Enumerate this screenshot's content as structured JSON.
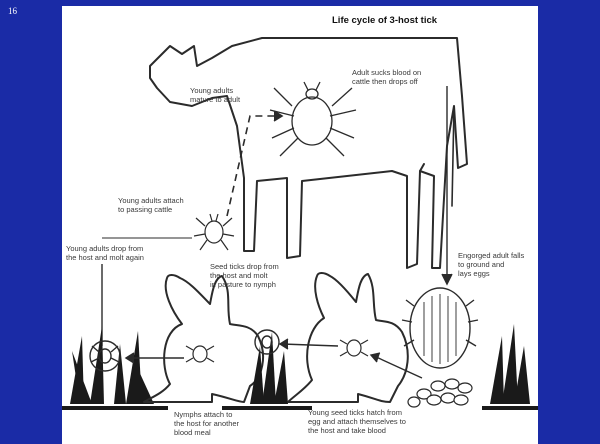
{
  "slide_number": "16",
  "title": "Life cycle of 3-host tick",
  "labels": {
    "adult_sucks": "Adult sucks blood on\ncattle then drops off",
    "young_mature": "Young adults\nmature to adult",
    "young_attach": "Young adults attach\nto passing cattle",
    "young_drop": "Young adults drop from\nthe host and molt again",
    "engorged": "Engorged adult falls\nto ground and\nlays eggs",
    "seed_drop": "Seed ticks drop from\nthe host and molt\nin pasture to nymph",
    "nymphs": "Nymphs attach to\nthe host for another\nblood meal",
    "young_seed": "Young seed ticks hatch from\negg and attach themselves to\nthe host and take blood"
  },
  "colors": {
    "background": "#1a2ba6",
    "panel": "#ffffff",
    "ink": "#2b2b2b"
  }
}
